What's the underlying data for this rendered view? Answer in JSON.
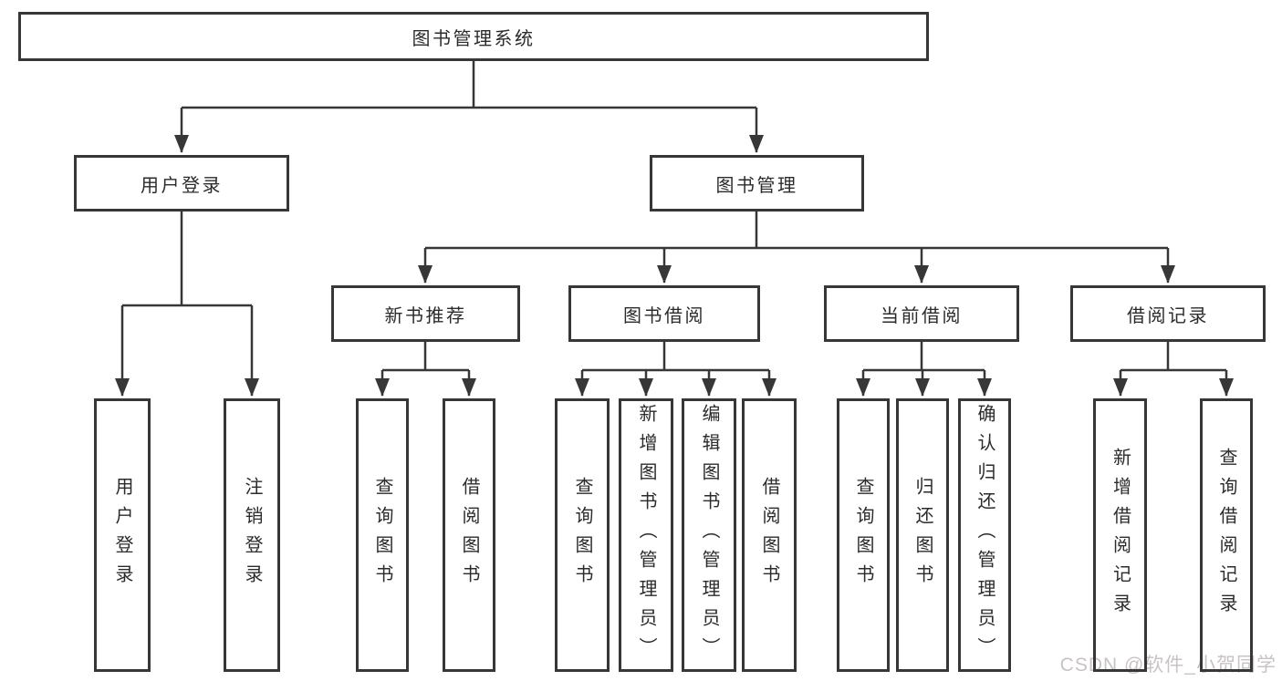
{
  "diagram": {
    "root": {
      "label": "图书管理系统"
    },
    "user_login": {
      "label": "用户登录",
      "children": [
        {
          "label": "用户登录"
        },
        {
          "label": "注销登录"
        }
      ]
    },
    "book_management": {
      "label": "图书管理",
      "sections": {
        "new_book_recommend": {
          "label": "新书推荐",
          "children": [
            {
              "label": "查询图书"
            },
            {
              "label": "借阅图书"
            }
          ]
        },
        "book_borrow": {
          "label": "图书借阅",
          "children": [
            {
              "label": "查询图书"
            },
            {
              "label": "新增图书（管理员）"
            },
            {
              "label": "编辑图书（管理员）"
            },
            {
              "label": "借阅图书"
            }
          ]
        },
        "current_borrow": {
          "label": "当前借阅",
          "children": [
            {
              "label": "查询图书"
            },
            {
              "label": "归还图书"
            },
            {
              "label": "确认归还（管理员）"
            }
          ]
        },
        "borrow_records": {
          "label": "借阅记录",
          "children": [
            {
              "label": "新增借阅记录"
            },
            {
              "label": "查询借阅记录"
            }
          ]
        }
      }
    }
  },
  "watermark": {
    "text": "CSDN @软件_小贺同学"
  },
  "colors": {
    "line": "#373737",
    "text": "#2b2b2b",
    "watermark": "#c9c3c3",
    "background": "#ffffff"
  }
}
